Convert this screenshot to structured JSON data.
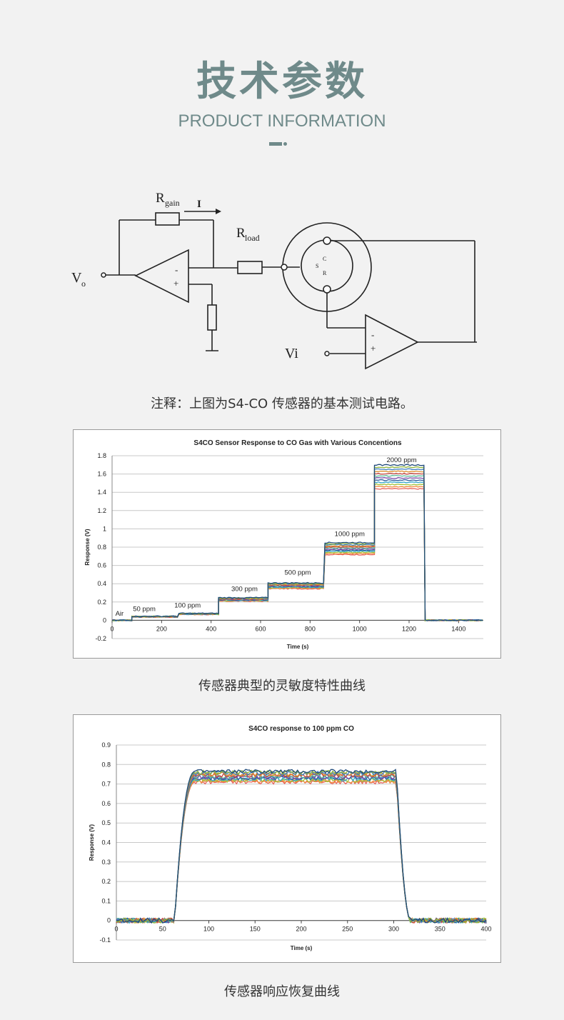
{
  "header": {
    "title_cn": "技术参数",
    "title_en": "PRODUCT INFORMATION"
  },
  "circuit": {
    "labels": {
      "rgain_main": "R",
      "rgain_sub": "gain",
      "current": "I",
      "rload_main": "R",
      "rload_sub": "load",
      "vo_main": "V",
      "vo_sub": "o",
      "vi": "Vi",
      "minus": "-",
      "plus": "+",
      "c": "C",
      "s": "S",
      "r": "R"
    },
    "caption": "注释：上图为S4-CO 传感器的基本测试电路。"
  },
  "colors": {
    "accent": "#6f8a8a",
    "series": [
      "#e8625a",
      "#f08a3c",
      "#a2c23a",
      "#34a5c9",
      "#2f5e9c",
      "#7a4aa8",
      "#5dbb9a",
      "#c5463f",
      "#dd8d2b",
      "#3c7ec0",
      "#8db43c",
      "#1f4a7a"
    ]
  },
  "chart_data": [
    {
      "type": "line",
      "title": "S4CO Sensor Response to CO Gas with Various Concentions",
      "xlabel": "Time (s)",
      "ylabel": "Response (V)",
      "xlim": [
        0,
        1500
      ],
      "ylim": [
        -0.2,
        1.8
      ],
      "xticks": [
        "0",
        "200",
        "400",
        "600",
        "800",
        "1000",
        "1200",
        "1400"
      ],
      "yticks": [
        "1.8",
        "1.6",
        "1.4",
        "1.2",
        "1",
        "0.8",
        "0.6",
        "0.4",
        "0.2",
        "0",
        "-0.2"
      ],
      "grid": true,
      "annotations": [
        {
          "text": "Air",
          "x": 30,
          "y": 0.05
        },
        {
          "text": "50 ppm",
          "x": 130,
          "y": 0.1
        },
        {
          "text": "100 ppm",
          "x": 305,
          "y": 0.14
        },
        {
          "text": "300 ppm",
          "x": 535,
          "y": 0.32
        },
        {
          "text": "500 ppm",
          "x": 750,
          "y": 0.5
        },
        {
          "text": "1000 ppm",
          "x": 960,
          "y": 0.92
        },
        {
          "text": "2000 ppm",
          "x": 1170,
          "y": 1.73
        }
      ],
      "steps": [
        {
          "x_start": 0,
          "x_end": 80,
          "level": 0.0
        },
        {
          "x_start": 80,
          "x_end": 270,
          "level": 0.04
        },
        {
          "x_start": 270,
          "x_end": 430,
          "level": 0.07
        },
        {
          "x_start": 430,
          "x_end": 630,
          "level": 0.23
        },
        {
          "x_start": 630,
          "x_end": 860,
          "level": 0.38
        },
        {
          "x_start": 860,
          "x_end": 1060,
          "level": 0.79
        },
        {
          "x_start": 1060,
          "x_end": 1265,
          "level": 1.58
        },
        {
          "x_start": 1265,
          "x_end": 1500,
          "level": 0.0
        }
      ],
      "series_spread": 0.09,
      "series_count": 12
    },
    {
      "type": "line",
      "title": "S4CO response to 100 ppm CO",
      "xlabel": "Time (s)",
      "ylabel": "Response (V)",
      "xlim": [
        0,
        400
      ],
      "ylim": [
        -0.1,
        0.9
      ],
      "xticks": [
        "0",
        "50",
        "100",
        "150",
        "200",
        "250",
        "300",
        "350",
        "400"
      ],
      "yticks": [
        "0.9",
        "0.8",
        "0.7",
        "0.6",
        "0.5",
        "0.4",
        "0.3",
        "0.2",
        "0.1",
        "0",
        "-0.1"
      ],
      "grid": true,
      "baseline": 0.0,
      "rise_start": 63,
      "rise_end": 85,
      "plateau": 0.74,
      "fall_start": 303,
      "fall_end": 318,
      "series_spread": 0.06,
      "series_count": 12
    }
  ],
  "captions": {
    "chart1": "传感器典型的灵敏度特性曲线",
    "chart2": "传感器响应恢复曲线"
  }
}
